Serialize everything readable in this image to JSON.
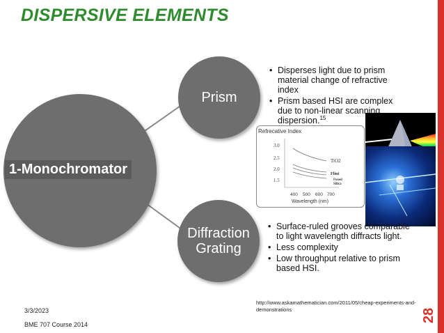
{
  "slide": {
    "title": "DISPERSIVE ELEMENTS",
    "page_number": "28",
    "date": "3/3/2023",
    "course": "BME 707 Course 2014",
    "accent_color": "#2e8b2e",
    "bar_color": "#d9322a"
  },
  "main_node": {
    "label": "1-Monochromator"
  },
  "prism": {
    "label": "Prism",
    "bullets": [
      {
        "text": "Disperses light due to prism material change of refractive index"
      },
      {
        "text": "Prism based HSI are complex due to non-linear scanning dispersion.",
        "sup": "15"
      }
    ]
  },
  "grating": {
    "label": "Diffraction Grating",
    "bullets": [
      {
        "text": "Surface-ruled grooves comparable to light wavelength diffracts light."
      },
      {
        "text": "Less complexity"
      },
      {
        "text": "Low throughput relative to prism based HSI."
      }
    ]
  },
  "bullet_char": "•",
  "graph": {
    "title": "Refrecative Index",
    "y_ticks": [
      "3.0",
      "2.5",
      "2.0",
      "1.5"
    ],
    "x_ticks": [
      "400",
      "500",
      "600",
      "700"
    ],
    "x_label": "Wavelength (nm)",
    "curve_labels": [
      "TiO2",
      "Flint",
      "Fused",
      "Silica"
    ]
  },
  "source_url": "http://www.askamathematician.com/2011/05/cheap-experiments-and-demonstrations",
  "icons": [
    "prism-photo",
    "grating-laser-photo"
  ]
}
